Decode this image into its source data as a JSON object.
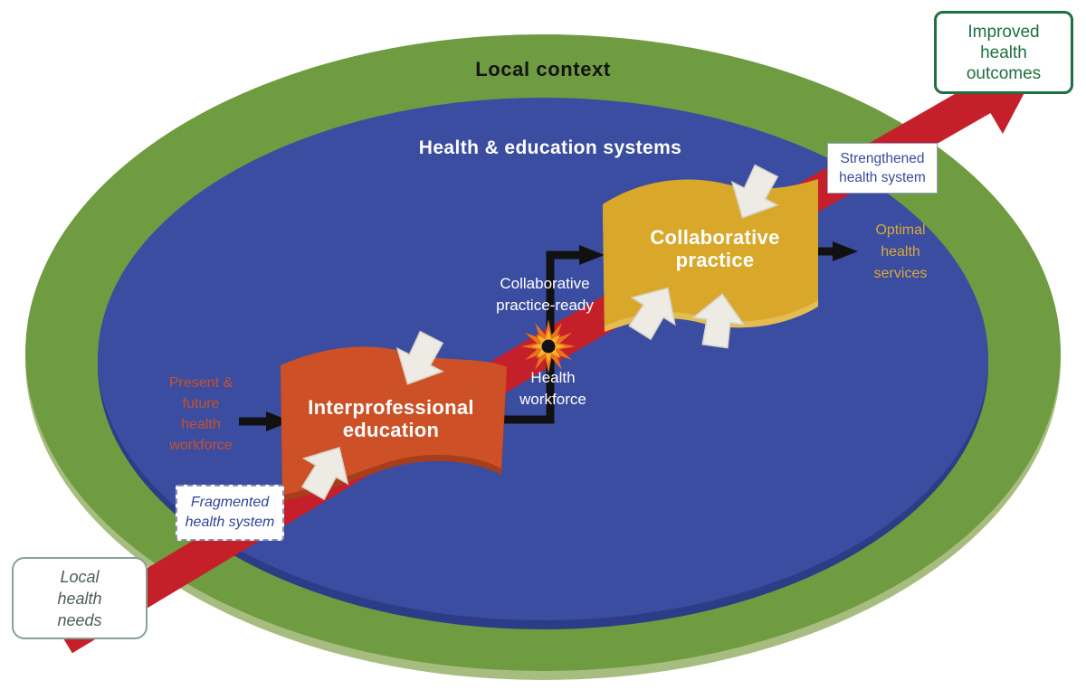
{
  "diagram": {
    "title_ring": {
      "label": "Local context"
    },
    "inner_ring": {
      "label": "Health & education systems"
    },
    "banners": {
      "interprofessional": {
        "lines": [
          "Interprofessional",
          "education"
        ]
      },
      "collaborative": {
        "lines": [
          "Collaborative",
          "practice"
        ]
      }
    },
    "labels": {
      "collab_ready": {
        "lines": [
          "Collaborative",
          "practice-ready"
        ]
      },
      "health_workforce": {
        "lines": [
          "Health",
          "workforce"
        ]
      },
      "present_future": {
        "lines": [
          "Present &",
          "future",
          "health",
          "workforce"
        ]
      },
      "optimal": {
        "lines": [
          "Optimal",
          "health",
          "services"
        ]
      }
    },
    "boxes": {
      "improved": {
        "lines": [
          "Improved",
          "health",
          "outcomes"
        ]
      },
      "strengthened": {
        "lines": [
          "Strengthened",
          "health system"
        ]
      },
      "fragmented": {
        "lines": [
          "Fragmented",
          "health system"
        ]
      },
      "local_needs": {
        "lines": [
          "Local",
          "health",
          "needs"
        ]
      }
    },
    "colors": {
      "ring_green": "#6f9b41",
      "ring_green_rim": "#a7bd80",
      "systems_blue": "#3b4da0",
      "systems_blue_rim": "#2c3c86",
      "ribbon_red": "#c5202a",
      "banner_orange": "#cd5026",
      "banner_orange_shadow": "#a63e1b",
      "banner_yellow": "#d9a82a",
      "banner_yellow_shadow": "#e3bd52",
      "white_arrow": "#eeebe4",
      "starburst_outer": "#e8731d",
      "starburst_inner": "#f9b32b",
      "improved_green": "#1d6f3f",
      "strengthened_blue": "#3b4a9e",
      "present_orange": "#c7512d",
      "optimal_gold": "#d8a93a"
    }
  }
}
